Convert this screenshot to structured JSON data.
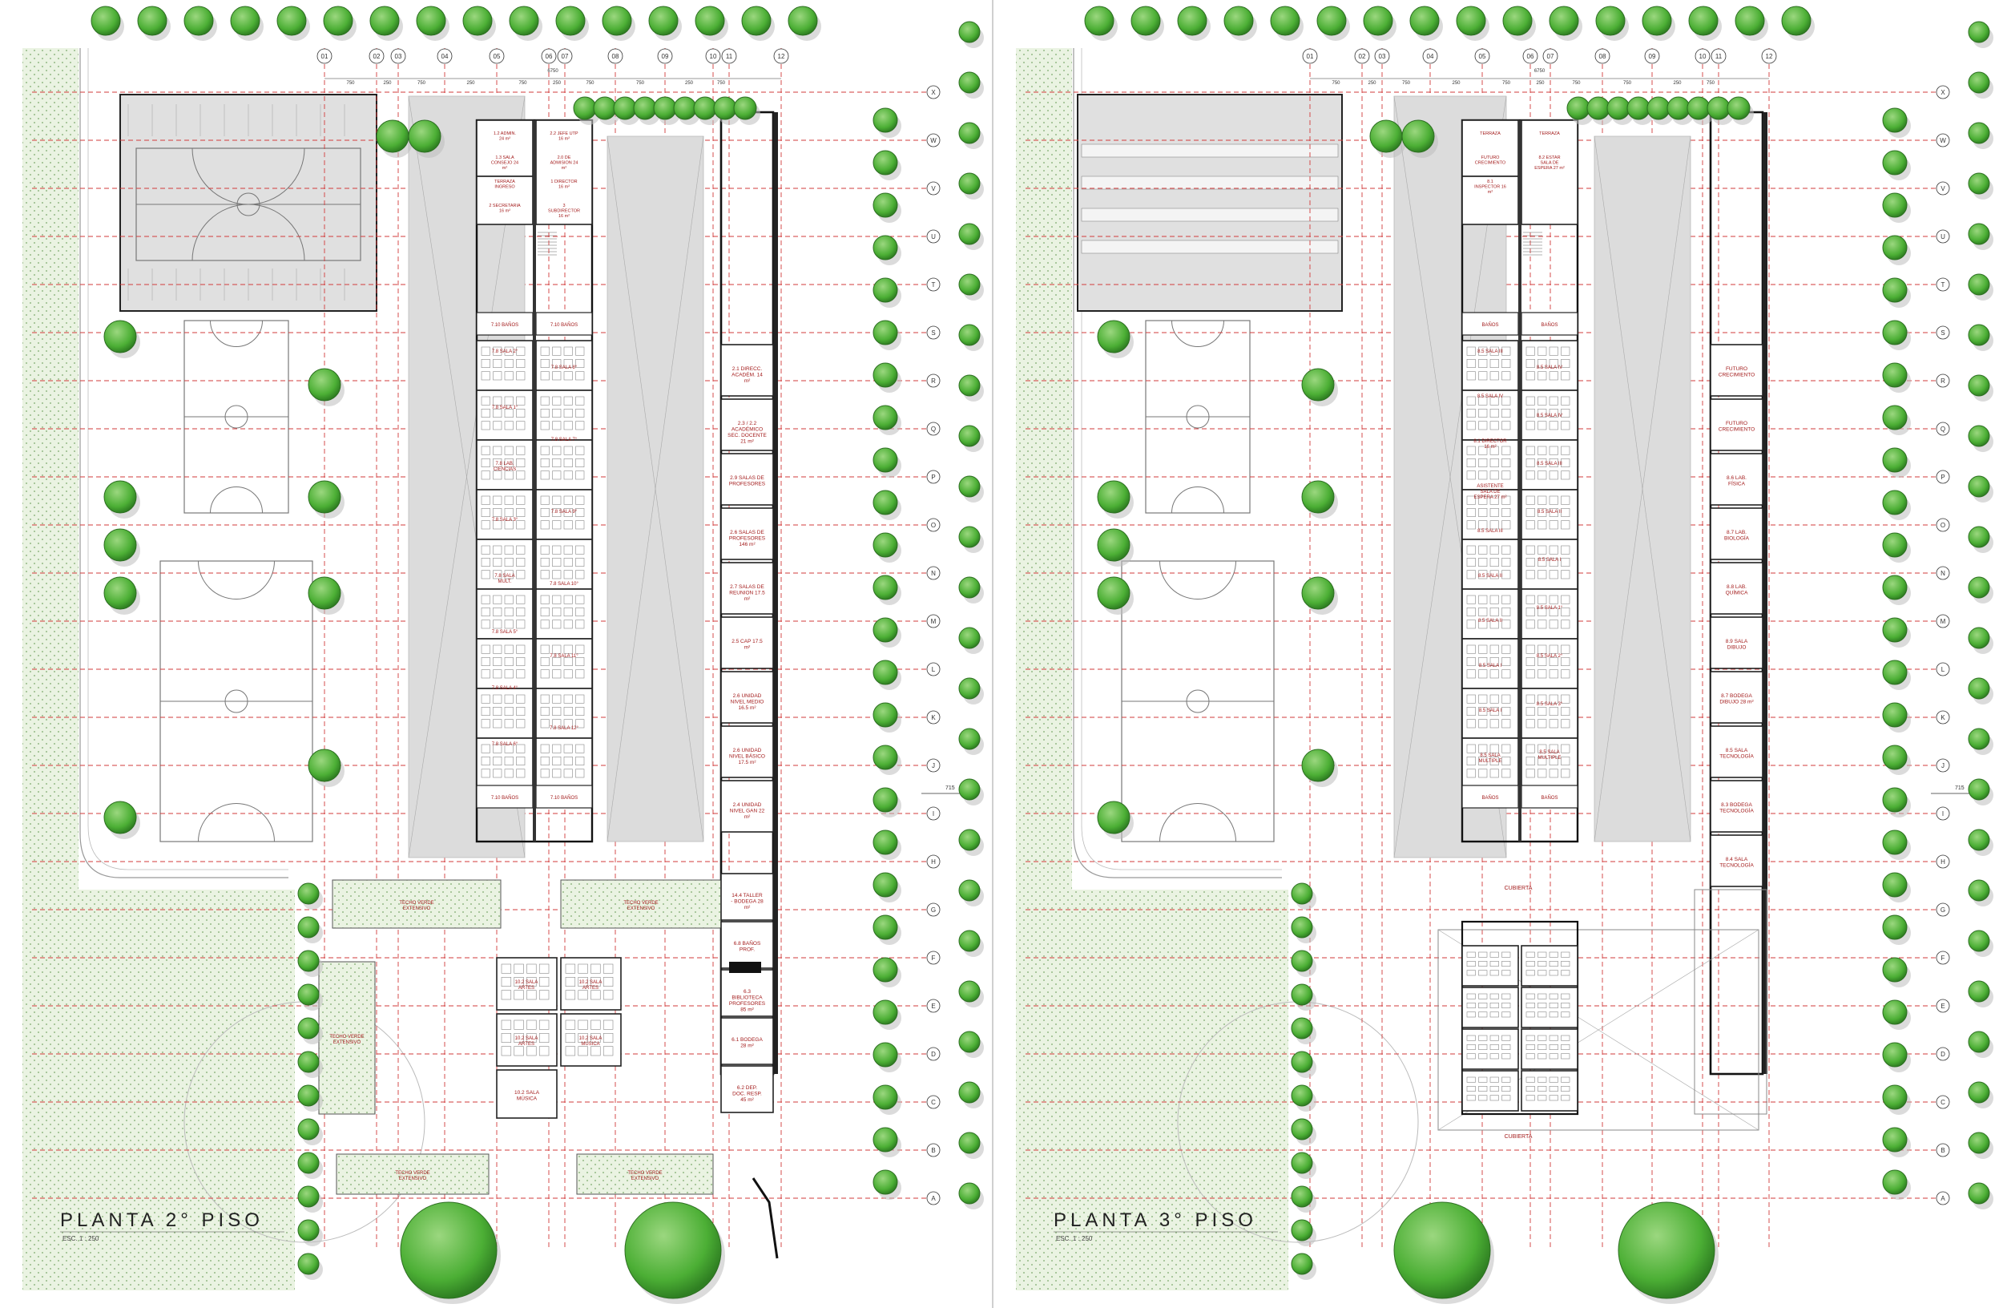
{
  "plans": [
    {
      "id": "piso2",
      "title": "PLANTA 2° PISO",
      "scale": "ESC. 1 : 250",
      "overall_dim": "6750",
      "col_labels": [
        "01",
        "02",
        "03",
        "04",
        "05",
        "06",
        "07",
        "08",
        "09",
        "10",
        "11",
        "12"
      ],
      "col_dims": [
        "750",
        "250",
        "750",
        "250",
        "750",
        "250",
        "750",
        "750",
        "250",
        "750"
      ],
      "row_labels": [
        "X",
        "W",
        "V",
        "U",
        "T",
        "S",
        "R",
        "Q",
        "P",
        "O",
        "N",
        "M",
        "L",
        "K",
        "J",
        "I",
        "H",
        "G",
        "F",
        "E",
        "D",
        "C",
        "B",
        "A"
      ],
      "ref_right": "715",
      "left_col_rooms": [
        "7.8 SALA 2°",
        "7.8 SALA 1°",
        "7.8 LAB. CIENCIAS",
        "7.8 SALA 3°",
        "7.8 SALA MULT.",
        "7.8 SALA 5°",
        "7.8 SALA 4°",
        "7.8 SALA 6°"
      ],
      "right_col_rooms": [
        "7.8 SALA 8°",
        "7.8 SALA 7°",
        "7.8 SALA 9°",
        "7.8 SALA 10°",
        "7.8 SALA 11°",
        "7.8 SALA 12°"
      ],
      "office_rooms": [
        "2.1 DIRECC. ACADÉM. 14 m²",
        "2.3 / 2.2 ACADÉMICO SEC. DOCENTE 21 m²",
        "2.9 SALAS DE PROFESORES",
        "2.6 SALAS DE PROFESORES 146 m²",
        "2.7 SALAS DE REUNION 17.5 m²",
        "2.5 CAP 17.5 m²",
        "2.6 UNIDAD NIVEL MEDIO 16.5 m²",
        "2.6 UNIDAD NIVEL BÁSICO 17.5 m²",
        "2.4 UNIDAD NIVEL GAN 22 m²"
      ],
      "admin_rooms": [
        "1.2 ADMIN. 24 m²",
        "2.2 JEFE UTP 16 m²",
        "1.3 SALA CONSEJO 24 m²",
        "2.0 DE ADMISION 24 m²",
        "TERRAZA INGRESO",
        "1 DIRECTOR 16 m²",
        "2 SECRETARIA 16 m²",
        "3 SUBDIRECTOR 16 m²"
      ],
      "lower_rooms": [
        "10.2 SALA ARTES",
        "10.2 SALA ARTES",
        "10.2 SALA ARTES",
        "10.2 SALA MÚSICA",
        "14.4 TALLER - BODEGA 28 m²",
        "6.8 BAÑOS PROF.",
        "6.3 BIBLIOTECA PROFESORES 85 m²",
        "6.1 BODEGA 28 m²",
        "6.2 DEP. DOC. RESP. 45 m²"
      ],
      "banos": [
        "7.10 BAÑOS",
        "7.10 BAÑOS",
        "7.10 BAÑOS",
        "7.10 BAÑOS"
      ],
      "terrazas": [
        "TECHO VERDE EXTENSIVO",
        "TECHO VERDE EXTENSIVO",
        "TECHO VERDE EXTENSIVO",
        "TECHO VERDE EXTENSIVO",
        "TECHO VERDE EXTENSIVO"
      ],
      "colors": {
        "tree": "#4caf35",
        "grid": "#d23b3b",
        "green_roof": "#e6f1de",
        "court": "#dcdcdc",
        "walls": "#222222",
        "text_red": "#a31b1b"
      }
    },
    {
      "id": "piso3",
      "title": "PLANTA 3° PISO",
      "scale": "ESC. 1 : 250",
      "overall_dim": "6750",
      "col_labels": [
        "01",
        "02",
        "03",
        "04",
        "05",
        "06",
        "07",
        "08",
        "09",
        "10",
        "11",
        "12"
      ],
      "col_dims": [
        "750",
        "250",
        "750",
        "250",
        "750",
        "250",
        "750",
        "750",
        "250",
        "750"
      ],
      "row_labels": [
        "X",
        "W",
        "V",
        "U",
        "T",
        "S",
        "R",
        "Q",
        "P",
        "O",
        "N",
        "M",
        "L",
        "K",
        "J",
        "I",
        "H",
        "G",
        "F",
        "E",
        "D",
        "C",
        "B",
        "A"
      ],
      "ref_right": "715",
      "left_col_rooms": [
        "8.5 SALA III",
        "8.5 SALA IV",
        "8.1 DIRECTOR 16 m²",
        "ASISTENTE SALA DE ESPERA 27 m²",
        "8.5 SALA III",
        "8.5 SALA II",
        "8.5 SALA II",
        "8.5 SALA I",
        "8.5 SALA I",
        "8.5 SALA MULTIPLE"
      ],
      "right_col_rooms": [
        "8.5 SALA IV",
        "8.5 SALA IV",
        "8.5 SALA III",
        "8.5 SALA II",
        "8.5 SALA I",
        "8.5 SALA 1°",
        "8.5 SALA 2°",
        "8.5 SALA 3°",
        "8.5 SALA MULTIPLE"
      ],
      "office_rooms": [
        "FUTURO CRECIMIENTO",
        "FUTURO CRECIMIENTO",
        "8.6 LAB. FÍSICA",
        "8.7 LAB. BIOLOGÍA",
        "8.8 LAB. QUÍMICA",
        "8.9 SALA DIBUJO",
        "8.7 BODEGA DIBUJO 28 m²",
        "8.5 SALA TECNOLOGÍA",
        "8.3 BODEGA TECNOLOGÍA",
        "8.4 SALA TECNOLOGÍA"
      ],
      "admin_rooms": [
        "TERRAZA",
        "TERRAZA",
        "FUTURO CRECIMIENTO",
        "8.2 ESTAR SALA DE ESPERA 27 m²",
        "8.1 INSPECTOR 16 m²"
      ],
      "lower_rooms": [
        "CUBIERTA",
        "CUBIERTA"
      ],
      "banos": [
        "BAÑOS",
        "BAÑOS",
        "BAÑOS",
        "BAÑOS"
      ],
      "terrazas": [],
      "colors": {
        "tree": "#4caf35",
        "grid": "#d23b3b",
        "green_roof": "#e6f1de",
        "court": "#dcdcdc",
        "walls": "#222222",
        "text_red": "#a31b1b"
      }
    }
  ]
}
